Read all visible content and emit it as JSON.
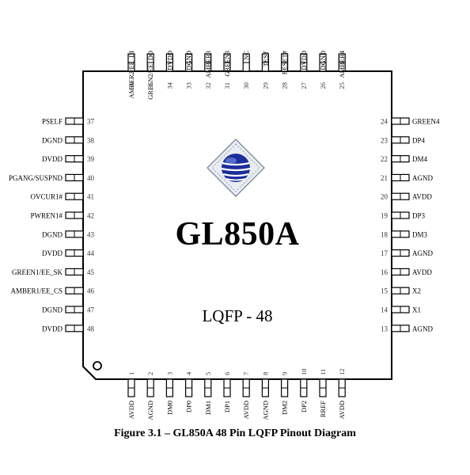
{
  "chip": {
    "name": "GL850A",
    "package": "LQFP - 48"
  },
  "caption": "Figure 3.1 – GL850A 48 Pin LQFP Pinout Diagram",
  "pins": {
    "left": [
      {
        "num": "37",
        "name": "PSELF"
      },
      {
        "num": "38",
        "name": "DGND"
      },
      {
        "num": "39",
        "name": "DVDD"
      },
      {
        "num": "40",
        "name": "PGANG/SUSPND"
      },
      {
        "num": "41",
        "name": "OVCUR1#"
      },
      {
        "num": "42",
        "name": "PWREN1#"
      },
      {
        "num": "43",
        "name": "DGND"
      },
      {
        "num": "44",
        "name": "DVDD"
      },
      {
        "num": "45",
        "name": "GREEN1/EE_SK"
      },
      {
        "num": "46",
        "name": "AMBER1/EE_CS"
      },
      {
        "num": "47",
        "name": "DGND"
      },
      {
        "num": "48",
        "name": "DVDD"
      }
    ],
    "right": [
      {
        "num": "24",
        "name": "GREEN4"
      },
      {
        "num": "23",
        "name": "DP4"
      },
      {
        "num": "22",
        "name": "DM4"
      },
      {
        "num": "21",
        "name": "AGND"
      },
      {
        "num": "20",
        "name": "AVDD"
      },
      {
        "num": "19",
        "name": "DP3"
      },
      {
        "num": "18",
        "name": "DM3"
      },
      {
        "num": "17",
        "name": "AGND"
      },
      {
        "num": "16",
        "name": "AVDD"
      },
      {
        "num": "15",
        "name": "X2"
      },
      {
        "num": "14",
        "name": "X1"
      },
      {
        "num": "13",
        "name": "AGND"
      }
    ],
    "top": [
      {
        "num": "36",
        "name": "AMBER2/EE_DI"
      },
      {
        "num": "35",
        "name": "GREEN2/EE_DO"
      },
      {
        "num": "34",
        "name": "DVDD"
      },
      {
        "num": "33",
        "name": "DGND"
      },
      {
        "num": "32",
        "name": "AMBER3"
      },
      {
        "num": "31",
        "name": "GREEN3"
      },
      {
        "num": "30",
        "name": "NC"
      },
      {
        "num": "29",
        "name": "TEST"
      },
      {
        "num": "28",
        "name": "RESET#"
      },
      {
        "num": "27",
        "name": "DVDD"
      },
      {
        "num": "26",
        "name": "DGND"
      },
      {
        "num": "25",
        "name": "AMBER4"
      }
    ],
    "bottom": [
      {
        "num": "1",
        "name": "AVDD"
      },
      {
        "num": "2",
        "name": "AGND"
      },
      {
        "num": "3",
        "name": "DM0"
      },
      {
        "num": "4",
        "name": "DP0"
      },
      {
        "num": "5",
        "name": "DM1"
      },
      {
        "num": "6",
        "name": "DP1"
      },
      {
        "num": "7",
        "name": "AVDD"
      },
      {
        "num": "8",
        "name": "AGND"
      },
      {
        "num": "9",
        "name": "DM2"
      },
      {
        "num": "10",
        "name": "DP2"
      },
      {
        "num": "11",
        "name": "RREF"
      },
      {
        "num": "12",
        "name": "AVDD"
      }
    ]
  },
  "colors": {
    "line": "#000000",
    "text": "#000000",
    "pin_number": "#333333",
    "logo_globe": "#1c2f9a",
    "logo_frame": "#8a95a8"
  }
}
